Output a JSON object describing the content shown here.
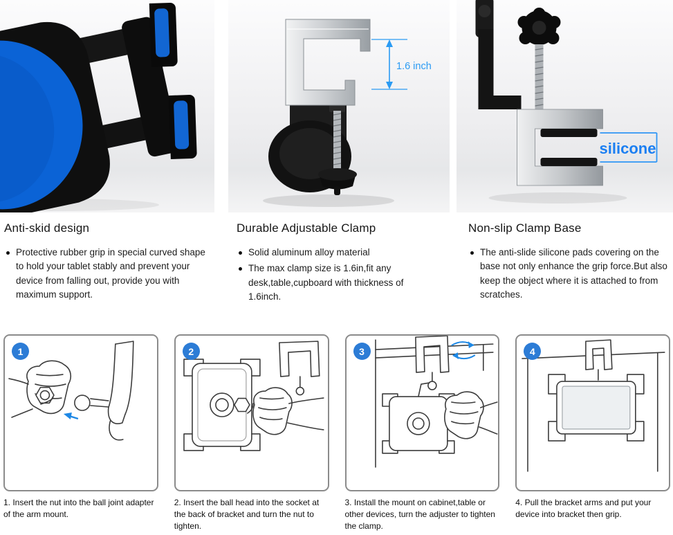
{
  "features": [
    {
      "title": "Anti-skid design",
      "bullets": [
        "Protective rubber grip in special curved shape to hold your tablet stably and prevent your device from falling out, provide you with maximum support."
      ]
    },
    {
      "title": "Durable Adjustable Clamp",
      "bullets": [
        "Solid aluminum alloy material",
        "The max clamp size is 1.6in,fit any desk,table,cupboard with thickness of 1.6inch."
      ]
    },
    {
      "title": "Non-slip Clamp Base",
      "bullets": [
        "The anti-slide silicone pads covering on the base not only enhance the grip force.But also keep the object where it is attached to from scratches."
      ]
    }
  ],
  "annotations": {
    "clamp_gap": "1.6 inch",
    "silicone_label": "silicone"
  },
  "steps": [
    {
      "num": "1",
      "caption": "1. Insert the nut into the ball joint adapter of the arm mount."
    },
    {
      "num": "2",
      "caption": "2. Insert the ball head into the socket at the back of bracket and turn the nut to tighten."
    },
    {
      "num": "3",
      "caption": "3. Install the mount on cabinet,table or other devices, turn the adjuster to tighten the clamp."
    },
    {
      "num": "4",
      "caption": "4. Pull the bracket arms and put your device into bracket then grip."
    }
  ],
  "colors": {
    "accent_blue": "#1E88E5",
    "annotation_blue": "#2B9BF3",
    "pad_blue": "#1266D3",
    "step_badge_blue": "#2C7CD6",
    "box_border_gray": "#8B8B8B"
  }
}
